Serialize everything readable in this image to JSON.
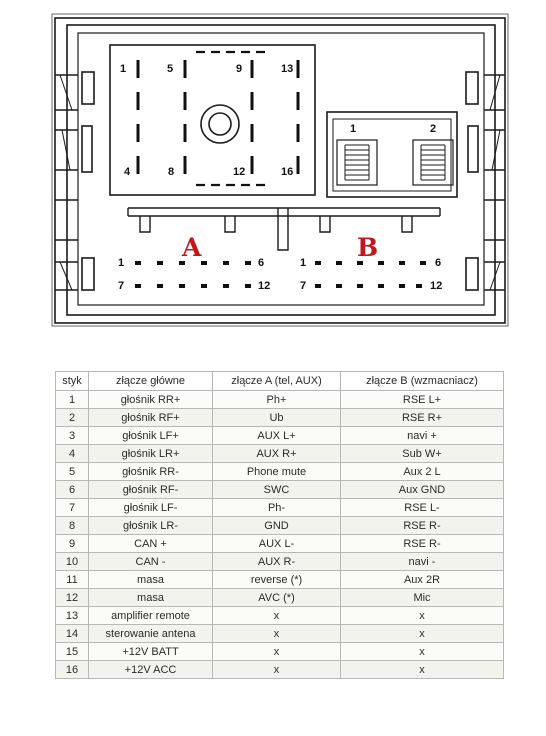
{
  "diagram": {
    "connector_main_pins": [
      "1",
      "5",
      "9",
      "13",
      "4",
      "8",
      "12",
      "16"
    ],
    "connector_small_pins": [
      "1",
      "2"
    ],
    "label_a": "A",
    "label_b": "B",
    "row_a_top": [
      "1",
      "6"
    ],
    "row_a_bottom": [
      "7",
      "12"
    ],
    "row_b_top": [
      "1",
      "6"
    ],
    "row_b_bottom": [
      "7",
      "12"
    ],
    "label_color": "#c4161c"
  },
  "table": {
    "headers": [
      "styk",
      "złącze główne",
      "złącze A (tel, AUX)",
      "złącze B (wzmacniacz)"
    ],
    "rows": [
      [
        "1",
        "głośnik RR+",
        "Ph+",
        "RSE L+"
      ],
      [
        "2",
        "głośnik RF+",
        "Ub",
        "RSE R+"
      ],
      [
        "3",
        "głośnik LF+",
        "AUX L+",
        "navi +"
      ],
      [
        "4",
        "głośnik LR+",
        "AUX R+",
        "Sub W+"
      ],
      [
        "5",
        "głośnik RR-",
        "Phone mute",
        "Aux 2 L"
      ],
      [
        "6",
        "głośnik RF-",
        "SWC",
        "Aux GND"
      ],
      [
        "7",
        "głośnik LF-",
        "Ph-",
        "RSE L-"
      ],
      [
        "8",
        "głośnik LR-",
        "GND",
        "RSE R-"
      ],
      [
        "9",
        "CAN +",
        "AUX L-",
        "RSE R-"
      ],
      [
        "10",
        "CAN -",
        "AUX R-",
        "navi -"
      ],
      [
        "11",
        "masa",
        "reverse (*)",
        "Aux 2R"
      ],
      [
        "12",
        "masa",
        "AVC (*)",
        "Mic"
      ],
      [
        "13",
        "amplifier remote",
        "x",
        "x"
      ],
      [
        "14",
        "sterowanie antena",
        "x",
        "x"
      ],
      [
        "15",
        "+12V BATT",
        "x",
        "x"
      ],
      [
        "16",
        "+12V ACC",
        "x",
        "x"
      ]
    ]
  }
}
